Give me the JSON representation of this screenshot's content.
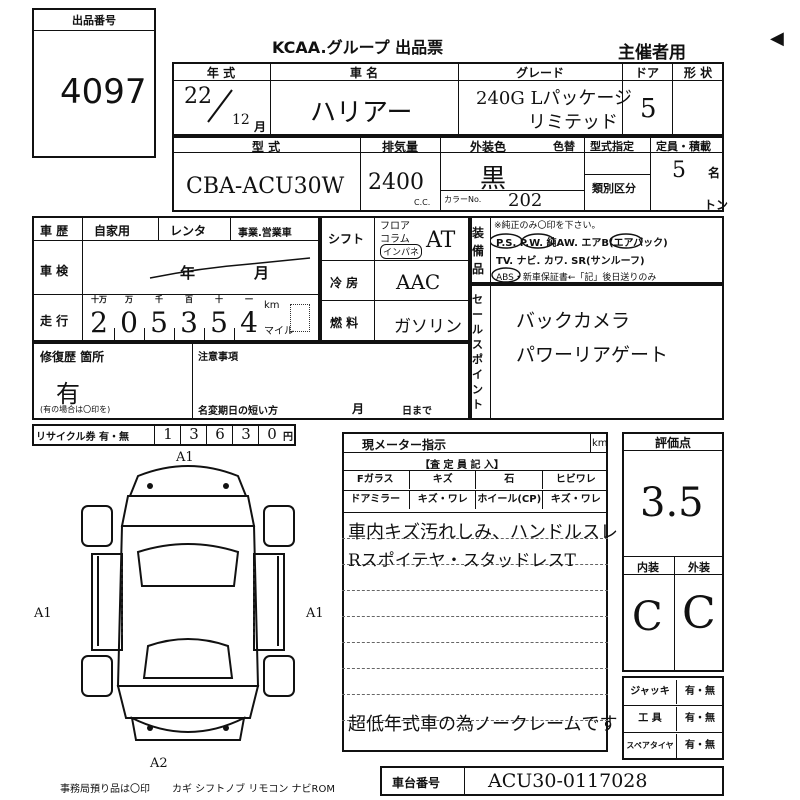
{
  "lot": {
    "label": "出品番号",
    "number": "4097"
  },
  "header": {
    "title": "KCAA.グループ 出品票",
    "organizer": "主催者用"
  },
  "row1": {
    "labels": {
      "year": "年 式",
      "car_name": "車 名",
      "grade": "グレード",
      "doors": "ドア",
      "shape": "形 状"
    },
    "year_value": "22",
    "year_month": "12",
    "month_unit": "月",
    "car_name_value": "ハリアー",
    "grade_line1": "240G Lパッケージ",
    "grade_line2": "リミテッド",
    "doors_value": "5"
  },
  "row2": {
    "labels": {
      "model": "型 式",
      "displacement": "排気量",
      "ext_color": "外装色",
      "color_change": "色替",
      "type_spec": "型式指定",
      "capacity": "定員・積載",
      "category_no": "類別区分",
      "cc": "C.C.",
      "color_no": "カラーNo.",
      "person_unit": "名",
      "ton_unit": "トン"
    },
    "model_value": "CBA-ACU30W",
    "displacement_value": "2400",
    "color_value": "黒",
    "color_no_value": "202",
    "capacity_value": "5"
  },
  "usage": {
    "label_history": "車 歴",
    "options": [
      "自家用",
      "レンタ",
      "事業.営業車"
    ],
    "label_inspection": "車 検",
    "year_unit": "年",
    "month_unit": "月",
    "label_mileage": "走 行",
    "digit_units": [
      "十万",
      "万",
      "千",
      "百",
      "十",
      "一"
    ],
    "mileage_digits": [
      "2",
      "0",
      "5",
      "3",
      "5",
      "4"
    ],
    "km_label": "km",
    "mile_label": "マイル",
    "label_shift": "シフト",
    "shift_options": [
      "フロア",
      "コラム",
      "インパネ"
    ],
    "shift_value": "AT",
    "label_ac": "冷 房",
    "ac_value": "AAC",
    "label_fuel": "燃 料",
    "fuel_value": "ガソリン"
  },
  "equipment": {
    "vertical_label": "装備品",
    "note": "※純正のみ〇印を下さい。",
    "line1": "P.S. P.W. 純AW. エアB(エアバック)",
    "line2": "TV. ナビ. カワ. SR(サンルーフ)",
    "line3": "ABS・新車保証書←「記」後日送りのみ"
  },
  "sales_point": {
    "vertical_label": "セールスポイント",
    "items": [
      "バックカメラ",
      "パワーリアゲート"
    ]
  },
  "repair": {
    "label": "修復歴 箇所",
    "value": "有",
    "note": "(有の場合は〇印を)",
    "caution_label": "注意事項",
    "inspection_short_label": "名変期日の短い方",
    "month_unit": "月",
    "day_until": "日まで"
  },
  "recycle": {
    "label": "リサイクル券 有・無",
    "digits": [
      "1",
      "3",
      "6",
      "3",
      "0"
    ],
    "unit": "円"
  },
  "meter": {
    "label": "現メーター指示",
    "km": "km",
    "inspector_label": "【査 定 員 記 入】",
    "checks": [
      "Fガラス",
      "キズ",
      "石",
      "ヒビワレ"
    ],
    "checks2": [
      "ドアミラー",
      "キズ・ワレ",
      "ホイール(CP)",
      "キズ・ワレ"
    ],
    "remarks": [
      "車内キズ汚れしみ、ハンドルスレ",
      "Rスポイテヤ・スタッドレスT",
      "超低年式車の為ノークレームです"
    ]
  },
  "diagram": {
    "marks": [
      "A1",
      "A1",
      "A1",
      "A2"
    ]
  },
  "evaluation": {
    "label": "評価点",
    "score": "3.5",
    "interior_label": "内装",
    "exterior_label": "外装",
    "interior_value": "C",
    "exterior_value": "C"
  },
  "tools": {
    "items": [
      {
        "label": "ジャッキ",
        "value": "有・無"
      },
      {
        "label": "工 具",
        "value": "有・無"
      },
      {
        "label": "スペアタイヤ",
        "value": "有・無"
      }
    ]
  },
  "footer": {
    "office_note": "事務局預り品は〇印",
    "keys": "カギ シフトノブ リモコン ナビROM",
    "chassis_label": "車台番号",
    "chassis_value": "ACU30-0117028"
  }
}
